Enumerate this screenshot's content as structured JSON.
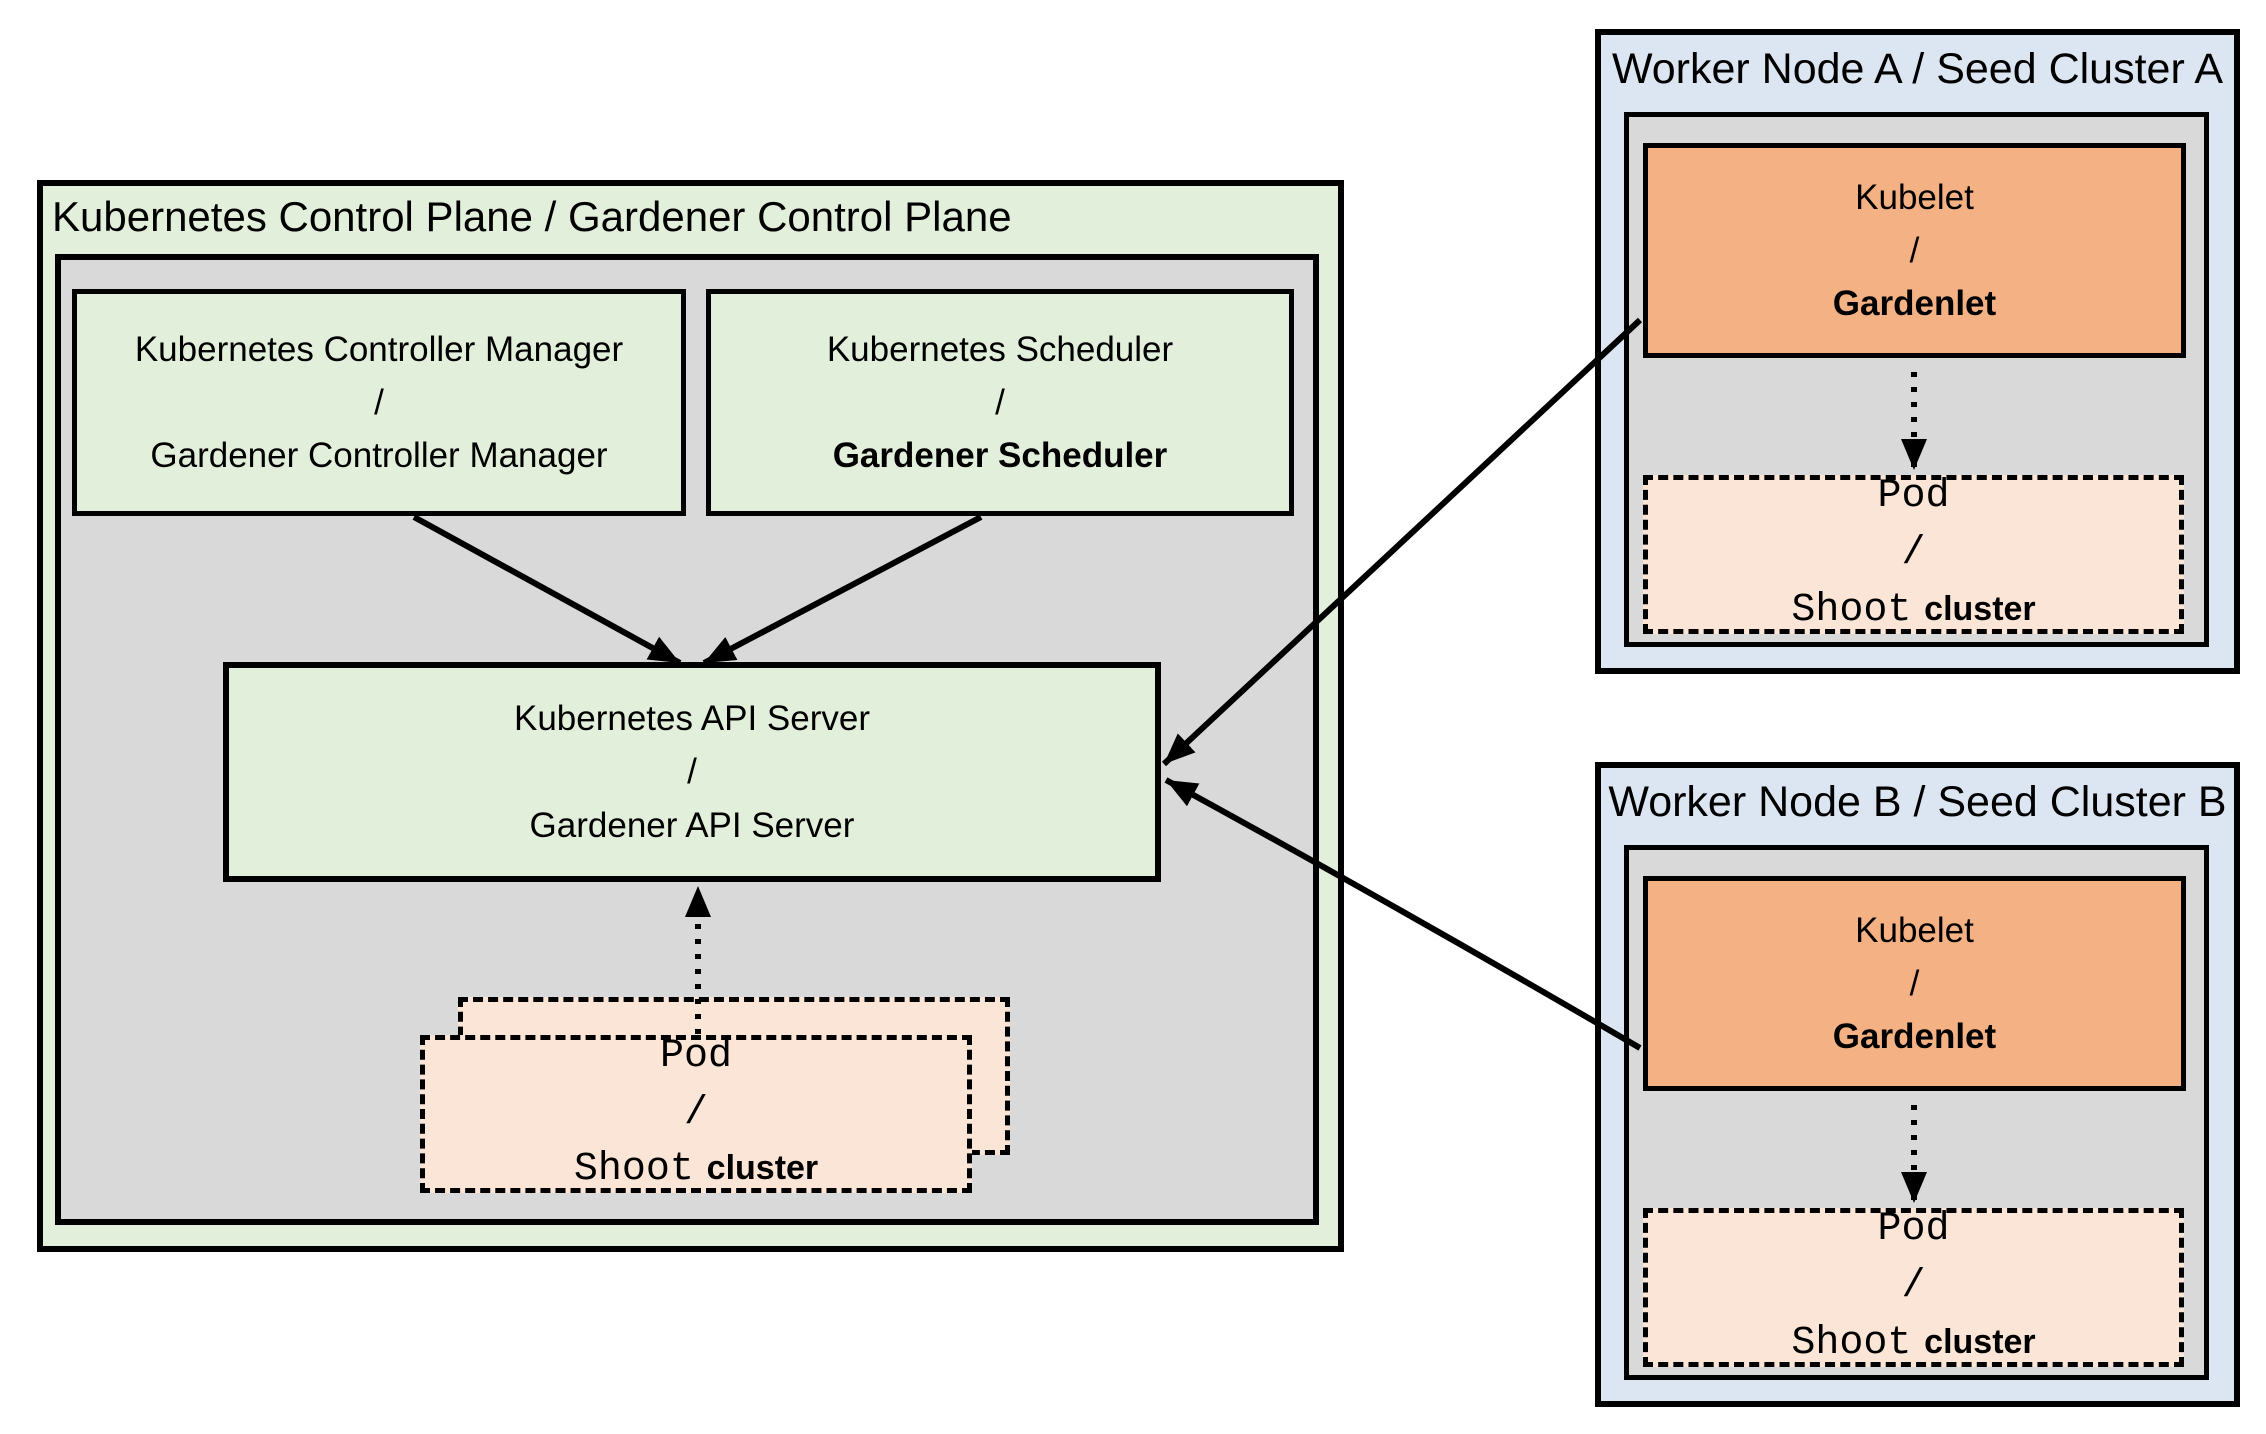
{
  "colors": {
    "light_green": "#e2efda",
    "gray": "#d9d9d9",
    "orange": "#f4b183",
    "peach": "#fbe5d6",
    "light_blue": "#dce6f2",
    "line": "#000000"
  },
  "control_plane": {
    "title": "Kubernetes Control Plane / Gardener Control Plane",
    "controller_manager": {
      "line1": "Kubernetes Controller Manager",
      "separator": "/",
      "line2": "Gardener Controller Manager"
    },
    "scheduler": {
      "line1": "Kubernetes Scheduler",
      "separator": "/",
      "line2": "Gardener Scheduler"
    },
    "api_server": {
      "line1": "Kubernetes API Server",
      "separator": "/",
      "line2": "Gardener API Server"
    },
    "pod": {
      "line1": "Pod",
      "separator": "/",
      "line3_mono": "Shoot",
      "line3_bold": "cluster"
    }
  },
  "worker_node_a": {
    "title": "Worker Node A / Seed Cluster A",
    "kubelet": {
      "line1": "Kubelet",
      "separator": "/",
      "line2": "Gardenlet"
    },
    "pod": {
      "line1": "Pod",
      "separator": "/",
      "line3_mono": "Shoot",
      "line3_bold": "cluster"
    }
  },
  "worker_node_b": {
    "title": "Worker Node B / Seed Cluster B",
    "kubelet": {
      "line1": "Kubelet",
      "separator": "/",
      "line2": "Gardenlet"
    },
    "pod": {
      "line1": "Pod",
      "separator": "/",
      "line3_mono": "Shoot",
      "line3_bold": "cluster"
    }
  }
}
